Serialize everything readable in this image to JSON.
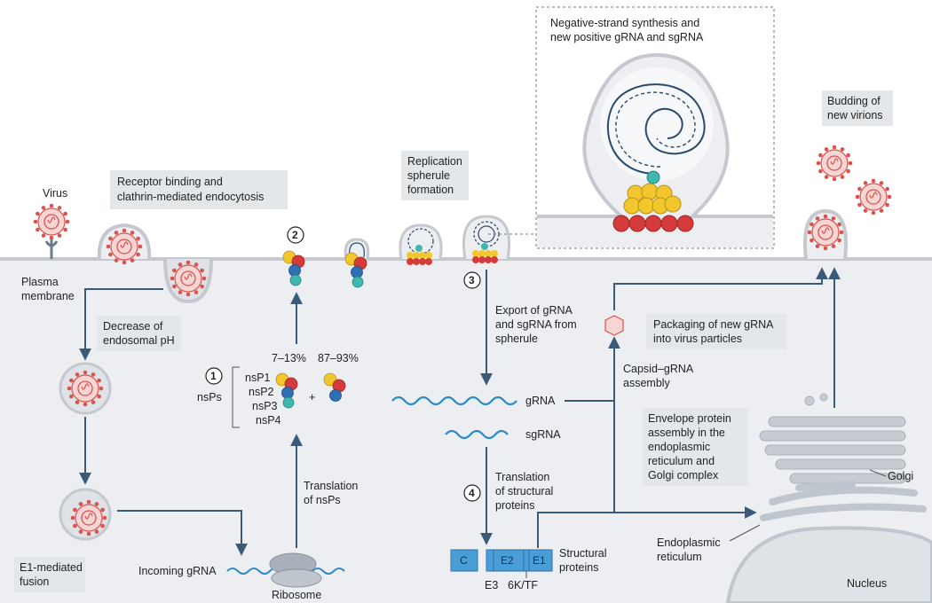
{
  "cell": {
    "virus": "Virus",
    "plasma_membrane": [
      "Plasma",
      "membrane"
    ]
  },
  "callouts": {
    "receptor": [
      "Receptor binding and",
      "clathrin-mediated endocytosis"
    ],
    "endosomal_ph": [
      "Decrease of",
      "endosomal pH"
    ],
    "fusion": [
      "E1-mediated",
      "fusion"
    ],
    "spherule": [
      "Replication",
      "spherule",
      "formation"
    ],
    "negative_strand": [
      "Negative-strand synthesis and",
      "new positive gRNA and sgRNA"
    ],
    "packaging": [
      "Packaging of new gRNA",
      "into virus particles"
    ],
    "budding": [
      "Budding of",
      "new virions"
    ],
    "envelope": [
      "Envelope protein",
      "assembly in the",
      "endoplasmic",
      "reticulum and",
      "Golgi complex"
    ]
  },
  "steps": {
    "one": "1",
    "two": "2",
    "three": "3",
    "four": "4"
  },
  "labels": {
    "nsps": "nsPs",
    "nsp1": "nsP1",
    "nsp2": "nsP2",
    "nsp3": "nsP3",
    "nsp4": "nsP4",
    "pct_low": "7–13%",
    "pct_high": "87–93%",
    "plus": "+",
    "translation_nsps": [
      "Translation",
      "of nsPs"
    ],
    "incoming_grna": "Incoming gRNA",
    "ribosome": "Ribosome",
    "export": [
      "Export of gRNA",
      "and sgRNA from",
      "spherule"
    ],
    "grna": "gRNA",
    "sgrna": "sgRNA",
    "translation_struct": [
      "Translation",
      "of structural",
      "proteins"
    ],
    "capsid_assembly": [
      "Capsid–gRNA",
      "assembly"
    ],
    "structural_proteins": [
      "Structural",
      "proteins"
    ],
    "prot_c": "C",
    "prot_e2": "E2",
    "prot_e1": "E1",
    "e3": "E3",
    "k6tf": "6K/TF",
    "golgi": "Golgi",
    "er": [
      "Endoplasmic",
      "reticulum"
    ],
    "nucleus": "Nucleus"
  },
  "colors": {
    "membrane": "#c8ccd1",
    "membrane_fill": "#eceef1",
    "arrow": "#3a5a7a",
    "virion_spike": "#d9534f",
    "virion_core": "#f2b8b5",
    "callout_bg": "#e4e7ea",
    "nsp1": "#f2c72e",
    "nsp2": "#d63b3b",
    "nsp3": "#2f6fb3",
    "nsp4": "#3fb7b0",
    "rna": "#2a8bc7",
    "protein_box": "#4a9ed8"
  }
}
